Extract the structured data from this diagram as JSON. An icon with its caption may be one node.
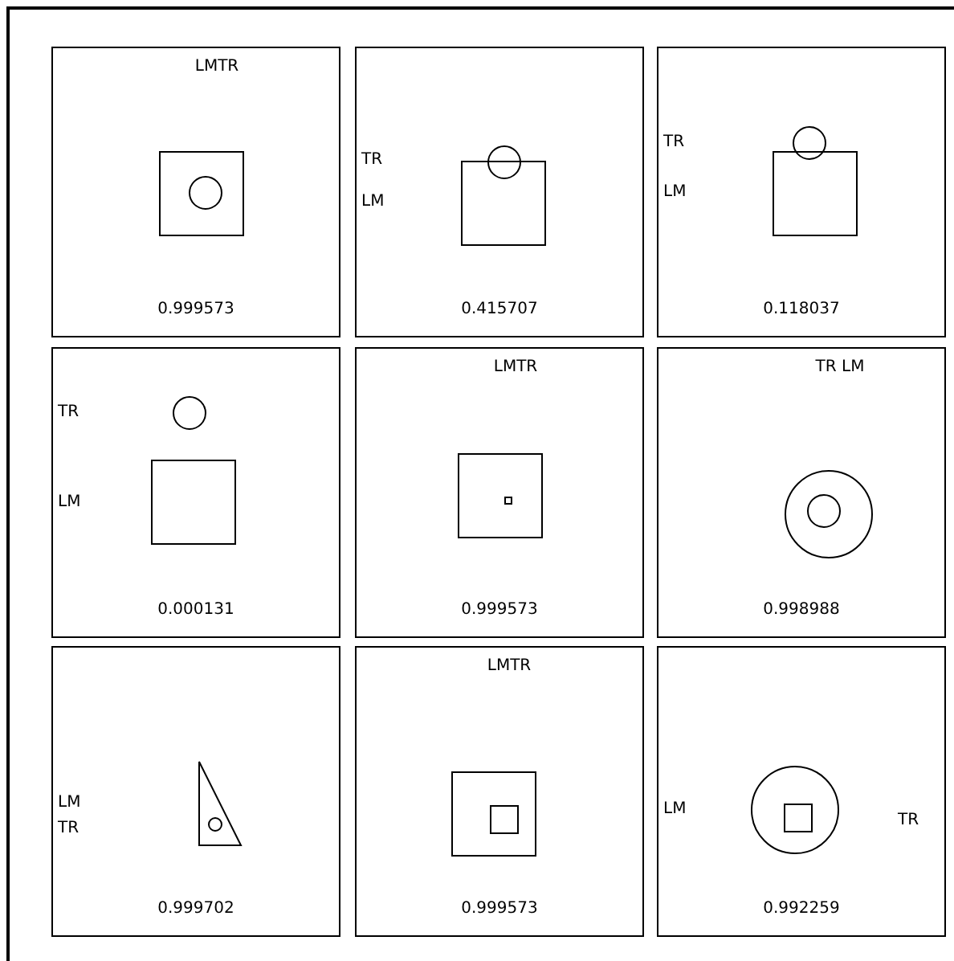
{
  "diagram": {
    "nodes": [
      {
        "text": [
          "LMTR",
          "0.999573"
        ]
      },
      {
        "text": [
          "TR",
          "LM",
          "0.415707"
        ]
      },
      {
        "text": [
          "TR",
          "LM",
          "0.118037"
        ]
      },
      {
        "text": [
          "TR",
          "LM",
          "0.000131"
        ]
      },
      {
        "text": [
          "LMTR",
          "0.999573"
        ]
      },
      {
        "text": [
          "TR LM",
          "0.998988"
        ]
      },
      {
        "text": [
          "LM",
          "TR",
          "0.999702"
        ]
      },
      {
        "text": [
          "LMTR",
          "0.999573"
        ]
      },
      {
        "text": [
          "LM",
          "TR",
          "0.992259"
        ]
      }
    ]
  }
}
